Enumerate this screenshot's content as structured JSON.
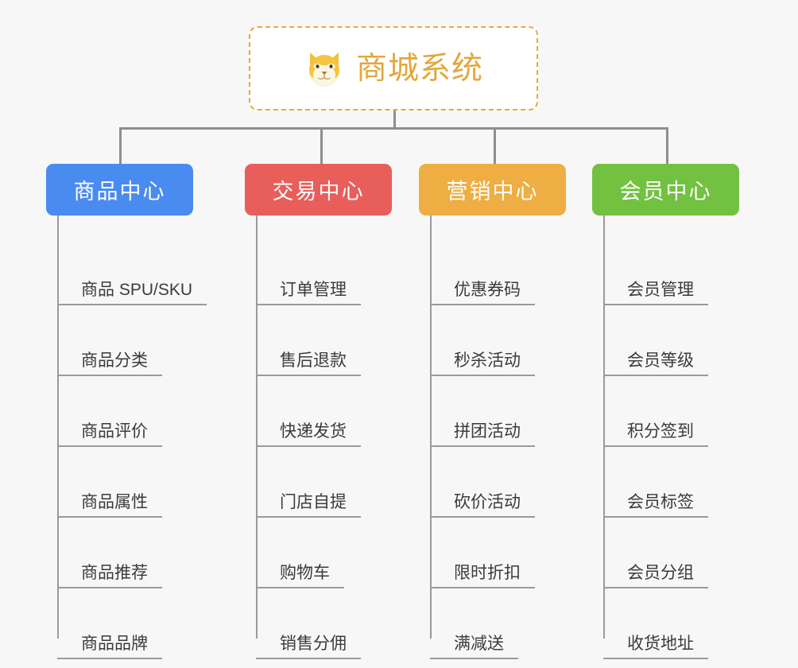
{
  "page": {
    "background_color": "#f7f7f7",
    "line_color": "#9a9a9a"
  },
  "root": {
    "title": "商城系统",
    "icon": "shiba-dog-face-icon",
    "text_color": "#e0a83e",
    "border_color": "#e8a93c",
    "background_color": "#ffffff"
  },
  "branches": [
    {
      "label": "商品中心",
      "color": "#4a8bf0",
      "items": [
        {
          "label": "商品 SPU/SKU"
        },
        {
          "label": "商品分类"
        },
        {
          "label": "商品评价"
        },
        {
          "label": "商品属性"
        },
        {
          "label": "商品推荐"
        },
        {
          "label": "商品品牌"
        }
      ]
    },
    {
      "label": "交易中心",
      "color": "#e85e5a",
      "items": [
        {
          "label": "订单管理"
        },
        {
          "label": "售后退款"
        },
        {
          "label": "快递发货"
        },
        {
          "label": "门店自提"
        },
        {
          "label": "购物车"
        },
        {
          "label": "销售分佣"
        }
      ]
    },
    {
      "label": "营销中心",
      "color": "#eeae43",
      "items": [
        {
          "label": "优惠券码"
        },
        {
          "label": "秒杀活动"
        },
        {
          "label": "拼团活动"
        },
        {
          "label": "砍价活动"
        },
        {
          "label": "限时折扣"
        },
        {
          "label": "满减送"
        }
      ]
    },
    {
      "label": "会员中心",
      "color": "#72c140",
      "items": [
        {
          "label": "会员管理"
        },
        {
          "label": "会员等级"
        },
        {
          "label": "积分签到"
        },
        {
          "label": "会员标签"
        },
        {
          "label": "会员分组"
        },
        {
          "label": "收货地址"
        }
      ]
    }
  ]
}
